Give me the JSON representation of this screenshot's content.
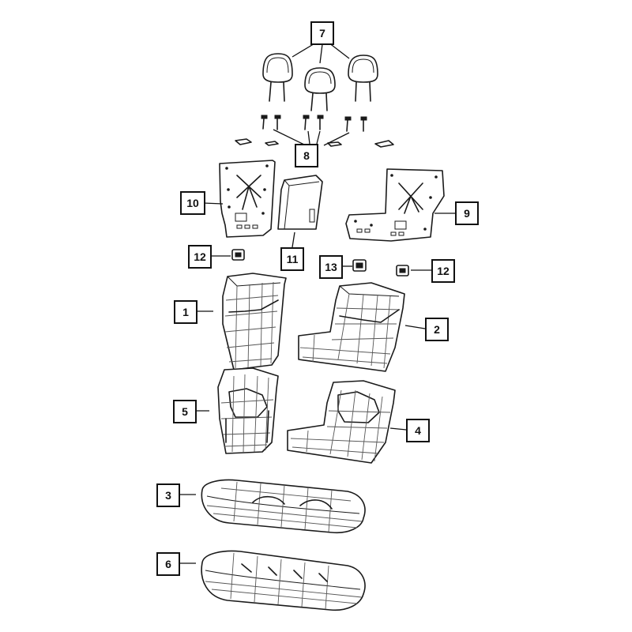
{
  "callouts": {
    "c1": "1",
    "c2": "2",
    "c3": "3",
    "c4": "4",
    "c5": "5",
    "c6": "6",
    "c7": "7",
    "c8": "8",
    "c9": "9",
    "c10": "10",
    "c11": "11",
    "c12a": "12",
    "c12b": "12",
    "c13": "13"
  },
  "parts": [
    {
      "callout": "7",
      "part": "headrests"
    },
    {
      "callout": "8",
      "part": "headrest-guides"
    },
    {
      "callout": "9",
      "part": "seat-back-frame-right"
    },
    {
      "callout": "10",
      "part": "seat-back-frame-left"
    },
    {
      "callout": "11",
      "part": "armrest"
    },
    {
      "callout": "12",
      "part": "latch-bezel"
    },
    {
      "callout": "13",
      "part": "latch-bezel-center"
    },
    {
      "callout": "1",
      "part": "seat-back-cover-left"
    },
    {
      "callout": "2",
      "part": "seat-back-cover-right"
    },
    {
      "callout": "5",
      "part": "seat-back-cover-left-alt"
    },
    {
      "callout": "4",
      "part": "seat-back-cover-right-alt"
    },
    {
      "callout": "3",
      "part": "seat-cushion-cover"
    },
    {
      "callout": "6",
      "part": "seat-cushion-cover-alt"
    }
  ]
}
